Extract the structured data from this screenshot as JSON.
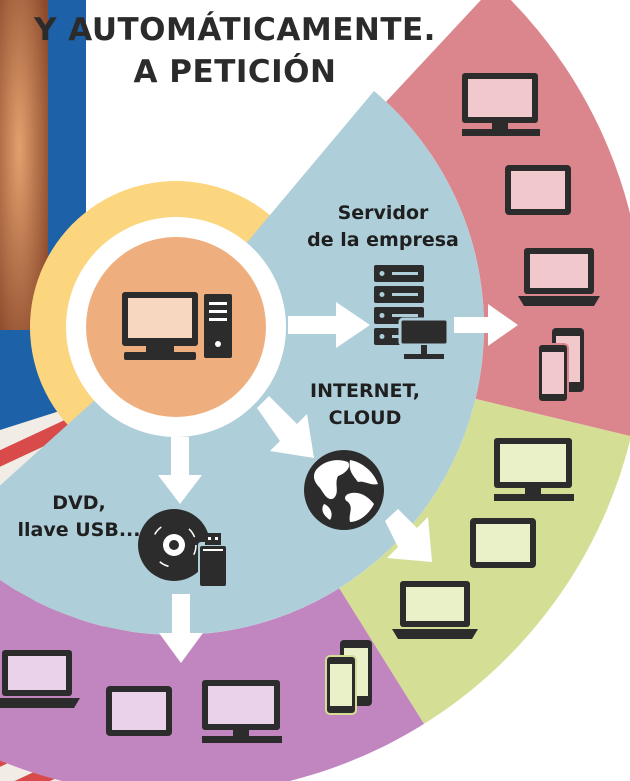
{
  "header": {
    "line1": "Y AUTOMÁTICAMENTE.",
    "line2": "A PETICIÓN"
  },
  "labels": {
    "server_line1": "Servidor",
    "server_line2": "de la empresa",
    "internet_line1": "INTERNET,",
    "internet_line2": "CLOUD",
    "dvd_line1": "DVD,",
    "dvd_line2": "llave USB..."
  },
  "colors": {
    "inner_ring": "#aecfda",
    "yellow_arc": "#fcd57f",
    "red_ring": "#db858d",
    "green_ring": "#d4df95",
    "purple_ring": "#c185c0",
    "center_disk": "#efae7e",
    "icon_dark": "#2c2c2c",
    "screen_red": "#f1c8cc",
    "screen_green": "#eaf0c8",
    "screen_purple": "#ead2ea",
    "screen_center": "#f8d7c0"
  },
  "icons": {
    "center": "desktop-computer-icon",
    "server": "server-rack-icon",
    "internet": "globe-icon",
    "media": "disc-and-usb-icon"
  }
}
